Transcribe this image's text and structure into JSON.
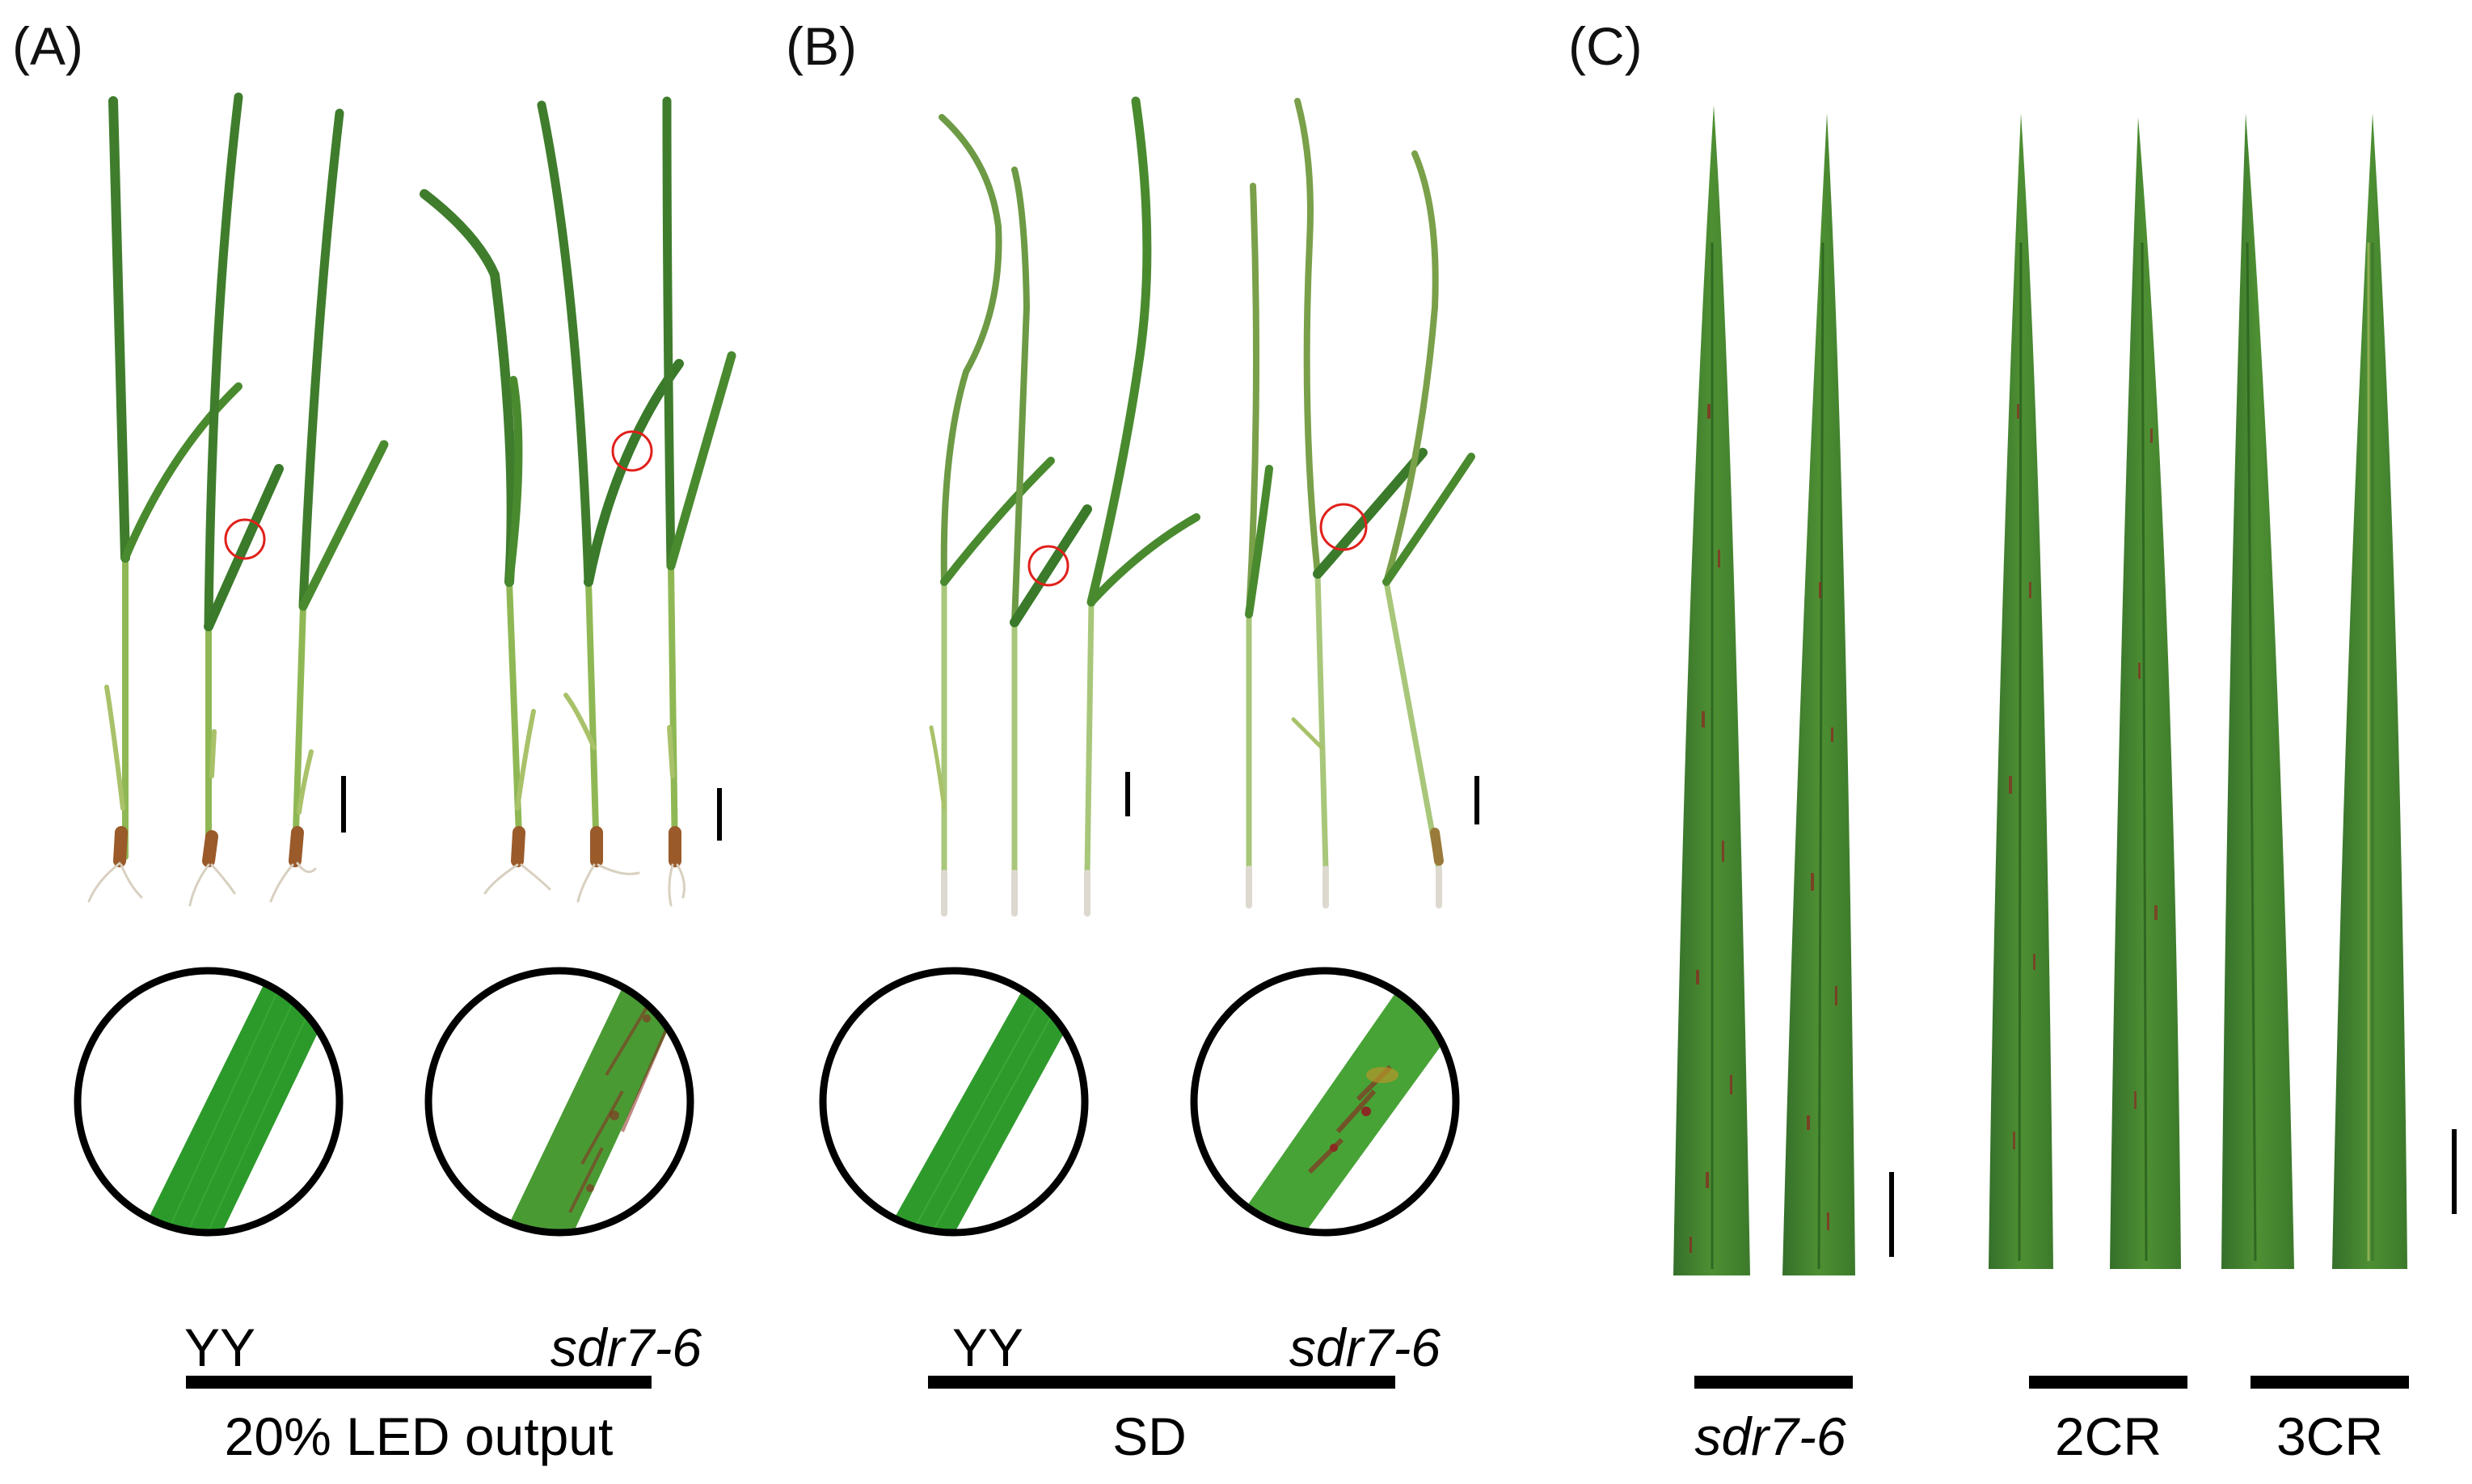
{
  "panels": {
    "a": {
      "label": "(A)",
      "genotypes": [
        "YY",
        "sdr7-6"
      ],
      "condition": "20% LED output"
    },
    "b": {
      "label": "(B)",
      "genotypes": [
        "YY",
        "sdr7-6"
      ],
      "condition": "SD"
    },
    "c": {
      "label": "(C)",
      "groups": [
        "sdr7-6",
        "2CR",
        "3CR"
      ]
    }
  },
  "colors": {
    "leaf_dark": "#3f7d2c",
    "leaf_mid": "#4f8f30",
    "stem": "#9cbf5e",
    "zoom_leaf": "#2c9a2a",
    "lesion": "#8b2a22",
    "highlight_circle": "#e0201b",
    "outline": "#000000"
  }
}
